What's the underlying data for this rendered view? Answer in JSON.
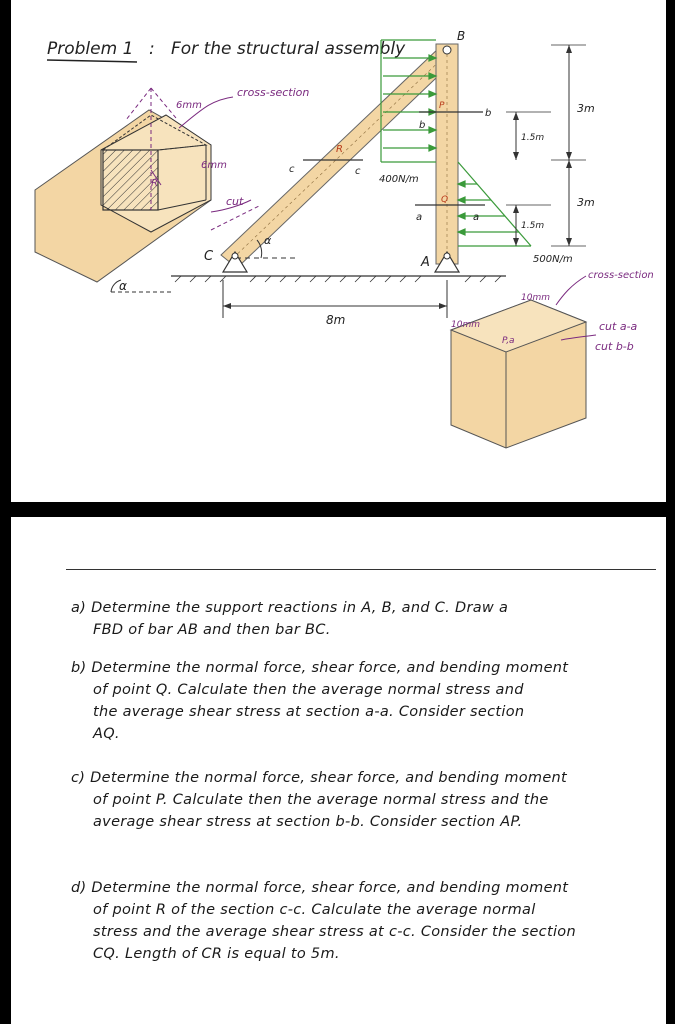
{
  "problem": {
    "label": "Problem 1",
    "separator": ":",
    "title": "For the structural assembly"
  },
  "figure": {
    "section_left_label": "cross-section",
    "dim_6mm_top": "6mm",
    "dim_6mm_side": "6mm",
    "cut_label": "cut",
    "force_R": "R",
    "angle_alpha": "α",
    "point_C": "C",
    "point_A": "A",
    "point_B": "B",
    "point_P": "P",
    "point_Q": "Q",
    "point_R": "R",
    "cut_c": "c",
    "cut_b": "b",
    "cut_a": "a",
    "load_top": "400N/m",
    "load_bottom": "500N/m",
    "dim_3m_top": "3m",
    "dim_3m_bottom": "3m",
    "dim_1_5m_top": "1.5m",
    "dim_1_5m_bottom": "1.5m",
    "dim_8m": "8m",
    "section_right_label": "cross-section",
    "dim_10mm_top": "10mm",
    "dim_10mm_side": "10mm",
    "force_Pa": "P,a",
    "cut_a_a": "cut a-a",
    "cut_b_b": "cut b-b"
  },
  "questions": {
    "a_label": "a)",
    "a_line1": "Determine the support reactions in A, B, and C. Draw a",
    "a_line2": "FBD of bar AB and then bar BC.",
    "b_label": "b)",
    "b_line1": "Determine the normal force, shear force, and bending moment",
    "b_line2": "of point Q. Calculate then the average normal stress and",
    "b_line3": "the average shear stress at section a-a. Consider section",
    "b_line4": "AQ.",
    "c_label": "c)",
    "c_line1": "Determine the normal force, shear force, and bending moment",
    "c_line2": "of point P. Calculate then the average normal stress and the",
    "c_line3": "average shear stress at section b-b. Consider section AP.",
    "d_label": "d)",
    "d_line1": "Determine the normal force, shear force, and bending moment",
    "d_line2": "of point R of the section c-c. Calculate the average normal",
    "d_line3": "stress and the average shear stress at c-c. Consider the section",
    "d_line4": "CQ. Length of CR is equal to 5m."
  },
  "colors": {
    "wood": "#f3d6a4",
    "green_load": "#3a9a3a",
    "purple_label": "#7a2a7f",
    "red_force": "#c0392b"
  }
}
